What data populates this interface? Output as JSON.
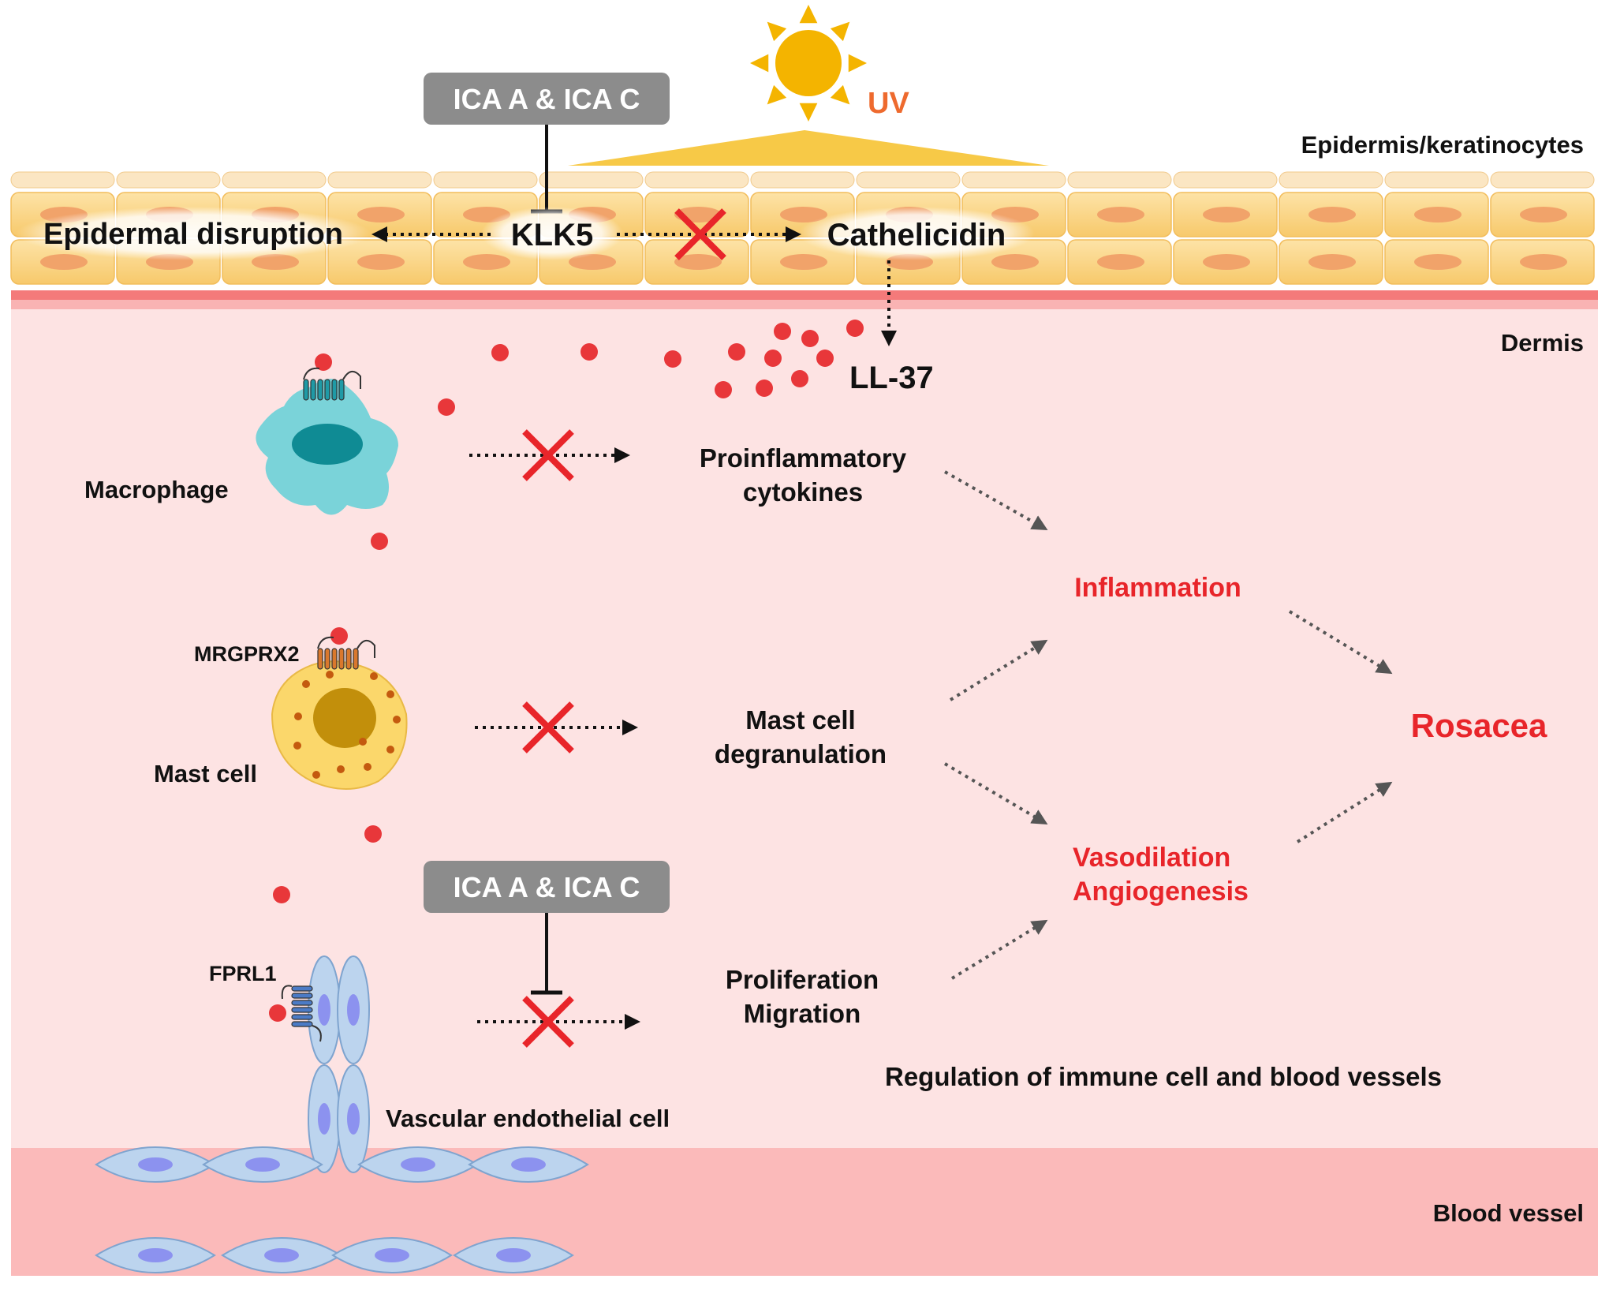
{
  "layers": {
    "epidermis": "Epidermis/keratinocytes",
    "dermis": "Dermis",
    "blood_vessel": "Blood vessel"
  },
  "uv": "UV",
  "inhibitor_top": "ICA A & ICA C",
  "inhibitor_bottom": "ICA A & ICA C",
  "epidermis_nodes": {
    "disruption": "Epidermal disruption",
    "klk5": "KLK5",
    "cathelicidin": "Cathelicidin"
  },
  "ll37": "LL-37",
  "cells": {
    "macrophage": "Macrophage",
    "mrgprx2": "MRGPRX2",
    "mast_cell": "Mast cell",
    "fprl1": "FPRL1",
    "endothelial": "Vascular endothelial cell"
  },
  "effects": {
    "cytokines_1": "Proinflammatory",
    "cytokines_2": "cytokines",
    "degran_1": "Mast cell",
    "degran_2": "degranulation",
    "prolif_1": "Proliferation",
    "prolif_2": "Migration"
  },
  "outcomes": {
    "inflammation": "Inflammation",
    "vasodilation": "Vasodilation",
    "angiogenesis": "Angiogenesis",
    "rosacea": "Rosacea"
  },
  "caption": "Regulation of immune cell and blood vessels",
  "colors": {
    "outcome_red": "#e8252a",
    "sun": "#f4b400",
    "uv_text": "#ee6a2e",
    "dermis_bg": "#fde3e3",
    "vessel_bg": "#fbbaba",
    "ll37_dot": "#e8373a",
    "inhibitor_box": "#8c8c8c"
  }
}
